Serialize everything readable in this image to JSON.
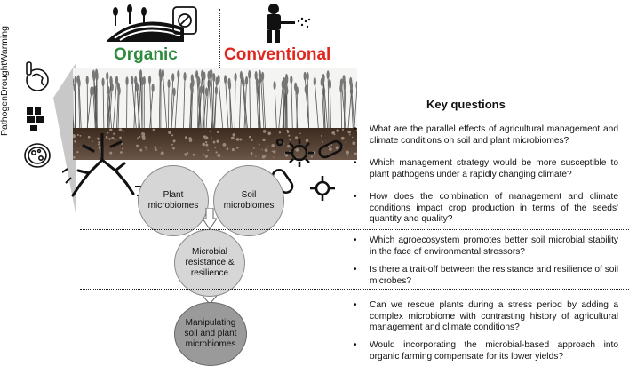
{
  "side_labels": [
    "Pathogen",
    "Drought",
    "Warming"
  ],
  "columns": {
    "organic": "Organic",
    "conventional": "Conventional"
  },
  "circles": {
    "plant": "Plant microbiomes",
    "soil": "Soil microbiomes",
    "microbial": "Microbial resistance & resilience",
    "manipulating": "Manipulating soil and plant microbiomes"
  },
  "key_questions": {
    "title": "Key questions",
    "items": [
      "What are the parallel effects of agricultural management and climate conditions on soil and plant microbiomes?",
      "Which management strategy would be more susceptible to plant pathogens under a rapidly changing climate?",
      "How does the combination of management and climate conditions impact crop production in terms of the seeds' quantity and quality?",
      "Which agroecosystem promotes better soil microbial stability in the face of environmental stressors?",
      "Is there a trait-off between the resistance and resilience of soil microbes?",
      "Can we rescue plants during a stress period by adding a complex microbiome with contrasting history of agricultural management and climate conditions?",
      "Would incorporating the microbial-based approach into organic farming compensate for its lower yields?"
    ]
  },
  "colors": {
    "organic": "#2e8b3d",
    "conventional": "#e0261d"
  }
}
